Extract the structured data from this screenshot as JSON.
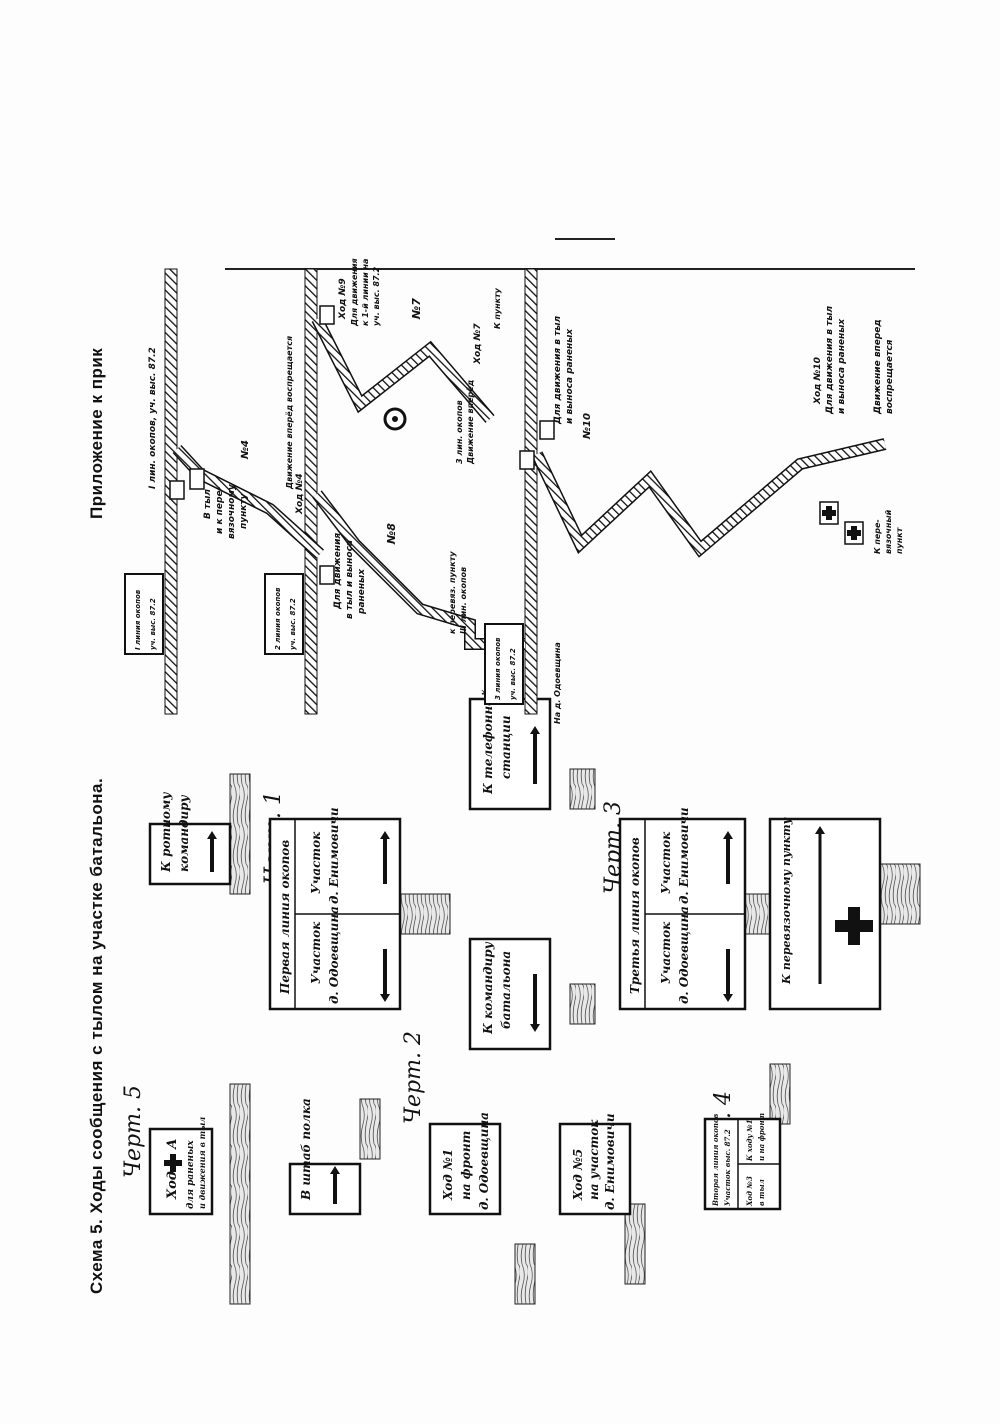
{
  "caption": {
    "title": "Схема 5. Ходы сообщения с тылом на участке батальона.",
    "appendix": "Приложение к прик"
  },
  "drawings": {
    "chert5": "Черт. 5",
    "chert2": "Черт. 2",
    "chert4": "Черт. 4",
    "chert1": "Черт. 1",
    "chert3": "Черт. 3"
  },
  "signs": {
    "s5": {
      "l1": "Ход",
      "l2": "А",
      "l3": "для раненых",
      "l4": "и движения в тыл"
    },
    "shtab": {
      "l1": "В штаб полка"
    },
    "hod1": {
      "l1": "Ход №1",
      "l2": "на фронт",
      "l3": "д. Одоевщина"
    },
    "hod5": {
      "l1": "Ход №5",
      "l2": "на участок",
      "l3": "д. Енимовичи"
    },
    "s4": {
      "header": "Вторая линия окопов",
      "header2": "Участок выс. 87.2",
      "c1a": "Ход №3",
      "c1b": "в тыл",
      "c2a": "К ходу №1",
      "c2b": "и на фронт"
    },
    "rotny": {
      "l1": "К ротному",
      "l2": "командиру"
    },
    "bat": {
      "l1": "К командиру",
      "l2": "батальона"
    },
    "tel": {
      "l1": "К телефонной",
      "l2": "станции"
    },
    "s1": {
      "header": "Первая линия окопов",
      "a1": "Участок",
      "a2": "д. Одоевщина",
      "b1": "Участок",
      "b2": "д. Енимовичи"
    },
    "s3": {
      "header": "Третья линия окопов",
      "a1": "Участок",
      "a2": "д. Одоевщина",
      "b1": "Участок",
      "b2": "д. Енимовичи"
    },
    "perev": {
      "l1": "К перевязочному пункту"
    }
  },
  "plan": {
    "line1": "I лин. окопов, уч. выс. 87.2",
    "hod4": "№4",
    "tyl1": "В тыл",
    "tyl2": "и к пере-",
    "tyl3": "вязочному",
    "tyl4": "пункту",
    "hod4b": "Ход №4",
    "forward1": "Движение вперёд воспрещается",
    "dvizh1": "Для движения",
    "dvizh2": "в тыл и выноса",
    "dvizh3": "раненых",
    "hod8": "№8",
    "hod9a": "Ход №9",
    "hod9b": "Для движения",
    "hod9c": "к 1-й линии на",
    "hod9d": "уч. выс. 87.2",
    "hod7": "№7",
    "hod7b": "Ход №7",
    "hod7c": "К пункту",
    "perevb1": "к перевяз. пункту",
    "perevb2": "III лин. окопов",
    "third1": "3 лин. окопов",
    "third2": "Движение вперёд",
    "dvizh10a": "Для движения в тыл",
    "dvizh10b": "и выноса раненых",
    "hod10": "№10",
    "odoev": "На д. Одоевщина",
    "box1a": "I линия окопов",
    "box1b": "уч. выс. 87.2",
    "box2a": "2 линия окопов",
    "box2b": "уч. выс. 87.2",
    "box3a": "3 линия окопов",
    "box3b": "уч. выс. 87.2",
    "hod10b": "Ход №10",
    "hod10c": "Для движения в тыл",
    "hod10d": "и выноса раненых",
    "forward2a": "Движение вперед",
    "forward2b": "воспрещается",
    "perevpunkt1": "К пере-",
    "perevpunkt2": "вязочный",
    "perevpunkt3": "пункт"
  }
}
